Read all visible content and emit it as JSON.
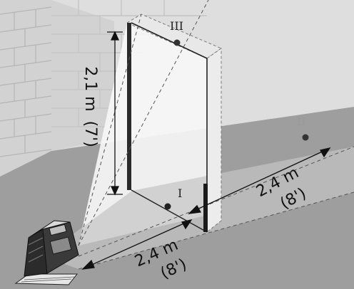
{
  "labels": {
    "point_I": "I",
    "point_II": "II",
    "point_III": "III",
    "height_m": "2,1 m",
    "height_ft": "(7')",
    "depth_m": "2,4 m",
    "depth_ft": "(8')",
    "width_m": "2,4 m",
    "width_ft": "(8')"
  },
  "colors": {
    "wall_left": "#cfcfcf",
    "wall_right": "#dcdcdc",
    "floor": "#9c9c9c",
    "laser_plane": "#f4f4f4",
    "brick_lines": "#b8b8b8",
    "label_II": "#9a9a9a",
    "ink": "#111111"
  }
}
